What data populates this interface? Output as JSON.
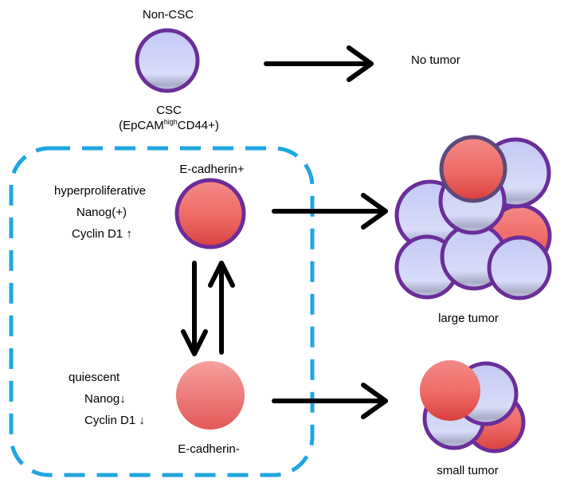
{
  "labels": {
    "non_csc": "Non-CSC",
    "no_tumor": "No tumor",
    "csc_line1": "CSC",
    "csc_open": "(EpCAM",
    "csc_sup": "high",
    "csc_close": "CD44+)",
    "ecad_pos": "E-cadherin+",
    "hyperproliferative": "hyperproliferative",
    "nanog_pos": "Nanog(+)",
    "cyclin_up": "Cyclin D1 ↑",
    "quiescent": "quiescent",
    "nanog_down": "Nanog↓",
    "cyclin_down": "Cyclin D1 ↓",
    "ecad_neg": "E-cadherin-",
    "large_tumor": "large tumor",
    "small_tumor": "small tumor"
  },
  "colors": {
    "blue_cell": "#c9d0f5",
    "red_cell": "#e75a5a",
    "cell_border": "#6b2d9a",
    "dashed_box": "#1fa6e0",
    "arrow": "#000000"
  }
}
